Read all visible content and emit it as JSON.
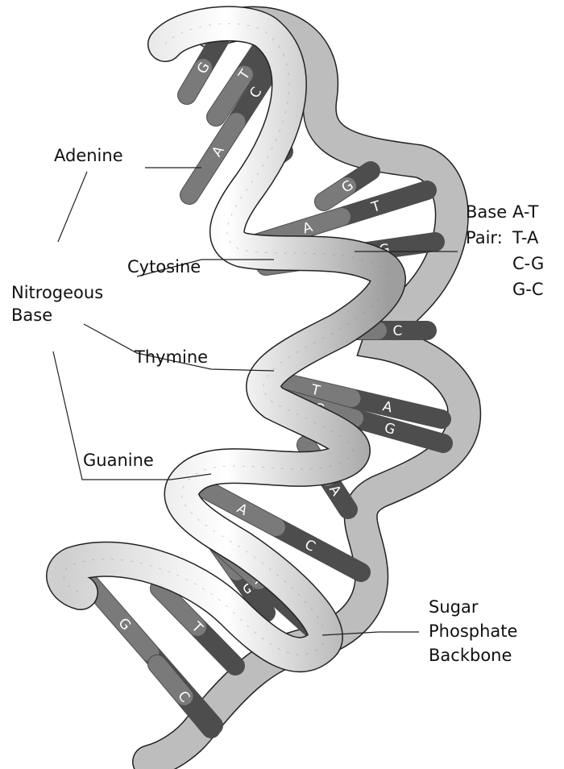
{
  "labels": {
    "adenine": "Adenine",
    "cytosine": "Cytosine",
    "nitrogeous": [
      "Nitrogeous",
      "Base"
    ],
    "thymine": "Thymine",
    "guanine": "Guanine",
    "backbone": [
      "Sugar",
      "Phosphate",
      "Backbone"
    ],
    "base_pair_title": [
      "Base",
      "Pair:"
    ],
    "base_pairs": [
      "A-T",
      "T-A",
      "C-G",
      "G-C"
    ]
  },
  "rungs": [
    {
      "letters": [
        "G"
      ]
    },
    {
      "letters": [
        "T"
      ]
    },
    {
      "letters": [
        "A",
        "C"
      ]
    },
    {
      "letters": [
        "G"
      ]
    },
    {
      "letters": [
        "G"
      ]
    },
    {
      "letters": [
        "A",
        "T"
      ]
    },
    {
      "letters": [
        "C",
        "G"
      ]
    },
    {
      "letters": [
        "G",
        "C"
      ]
    },
    {
      "letters": [
        "T",
        "A"
      ]
    },
    {
      "letters": [
        "C",
        "G"
      ]
    },
    {
      "letters": [
        "G",
        "A"
      ]
    },
    {
      "letters": [
        "A",
        "C"
      ]
    },
    {
      "letters": [
        "C",
        "G"
      ]
    },
    {
      "letters": [
        "T"
      ]
    },
    {
      "letters": [
        "G",
        "A"
      ]
    },
    {
      "letters": [
        "T"
      ]
    },
    {
      "letters": [
        "C"
      ]
    }
  ],
  "colors": {
    "ribbon_light": "#f2f2f2",
    "ribbon_mid": "#c8c8c8",
    "ribbon_dark": "#8f8f8f",
    "rung_dark": "#4d4d4d",
    "rung_light": "#7a7a7a",
    "outline": "#222222"
  }
}
